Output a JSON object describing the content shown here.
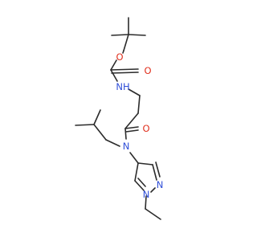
{
  "molecule": {
    "atoms": [
      {
        "key": "O_ester",
        "text": "O",
        "color": "#e0301e"
      },
      {
        "key": "O_carbonyl1",
        "text": "O",
        "color": "#e0301e"
      },
      {
        "key": "NH",
        "text": "NH",
        "color": "#2f4ed8"
      },
      {
        "key": "O_carbonyl2",
        "text": "O",
        "color": "#e0301e"
      },
      {
        "key": "N_amide",
        "text": "N",
        "color": "#2f4ed8"
      },
      {
        "key": "N_pyrazole_2",
        "text": "N",
        "color": "#2f4ed8"
      },
      {
        "key": "N_pyrazole_1",
        "text": "N",
        "color": "#2f4ed8"
      }
    ],
    "bond_color": "#2b2b2b"
  }
}
